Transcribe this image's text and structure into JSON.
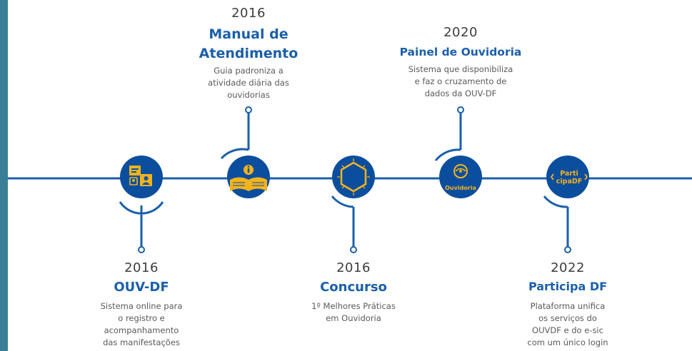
{
  "top_title_cut": "",
  "milestones": [
    {
      "year": "2016",
      "title": "OUV-DF",
      "desc": [
        "Sistema online para",
        "o registro e",
        "acompanhamento",
        "das manifestações"
      ],
      "icon": "people-icon"
    },
    {
      "year": "2016",
      "title_lines": [
        "Manual de",
        "Atendimento"
      ],
      "desc": [
        "Guia padroniza a",
        "atividade diária das",
        "ouvidorias"
      ],
      "icon": "book-icon"
    },
    {
      "year": "2016",
      "title": "Concurso",
      "desc": [
        "1º Melhores Práticas",
        "em Ouvidoria"
      ],
      "icon": "award-icon"
    },
    {
      "year": "2020",
      "title": "Painel de Ouvidoria",
      "desc": [
        "Sistema que disponibiliza",
        "e faz o cruzamento de",
        "dados da OUV-DF"
      ],
      "icon": "painel-ouvidoria-icon",
      "icon_text": "Ouvidoria"
    },
    {
      "year": "2022",
      "title": "Participa DF",
      "desc": [
        "Plataforma unifica",
        "os serviços do",
        "OUVDF e do e-sic",
        "com um único login"
      ],
      "icon": "participa-df-icon",
      "icon_text": [
        "Parti",
        "cipaDF"
      ]
    }
  ],
  "colors": {
    "line": "#1b5faa",
    "circle": "#0c4e9e",
    "gold": "#f2b31c",
    "side": "#3a7f95"
  }
}
